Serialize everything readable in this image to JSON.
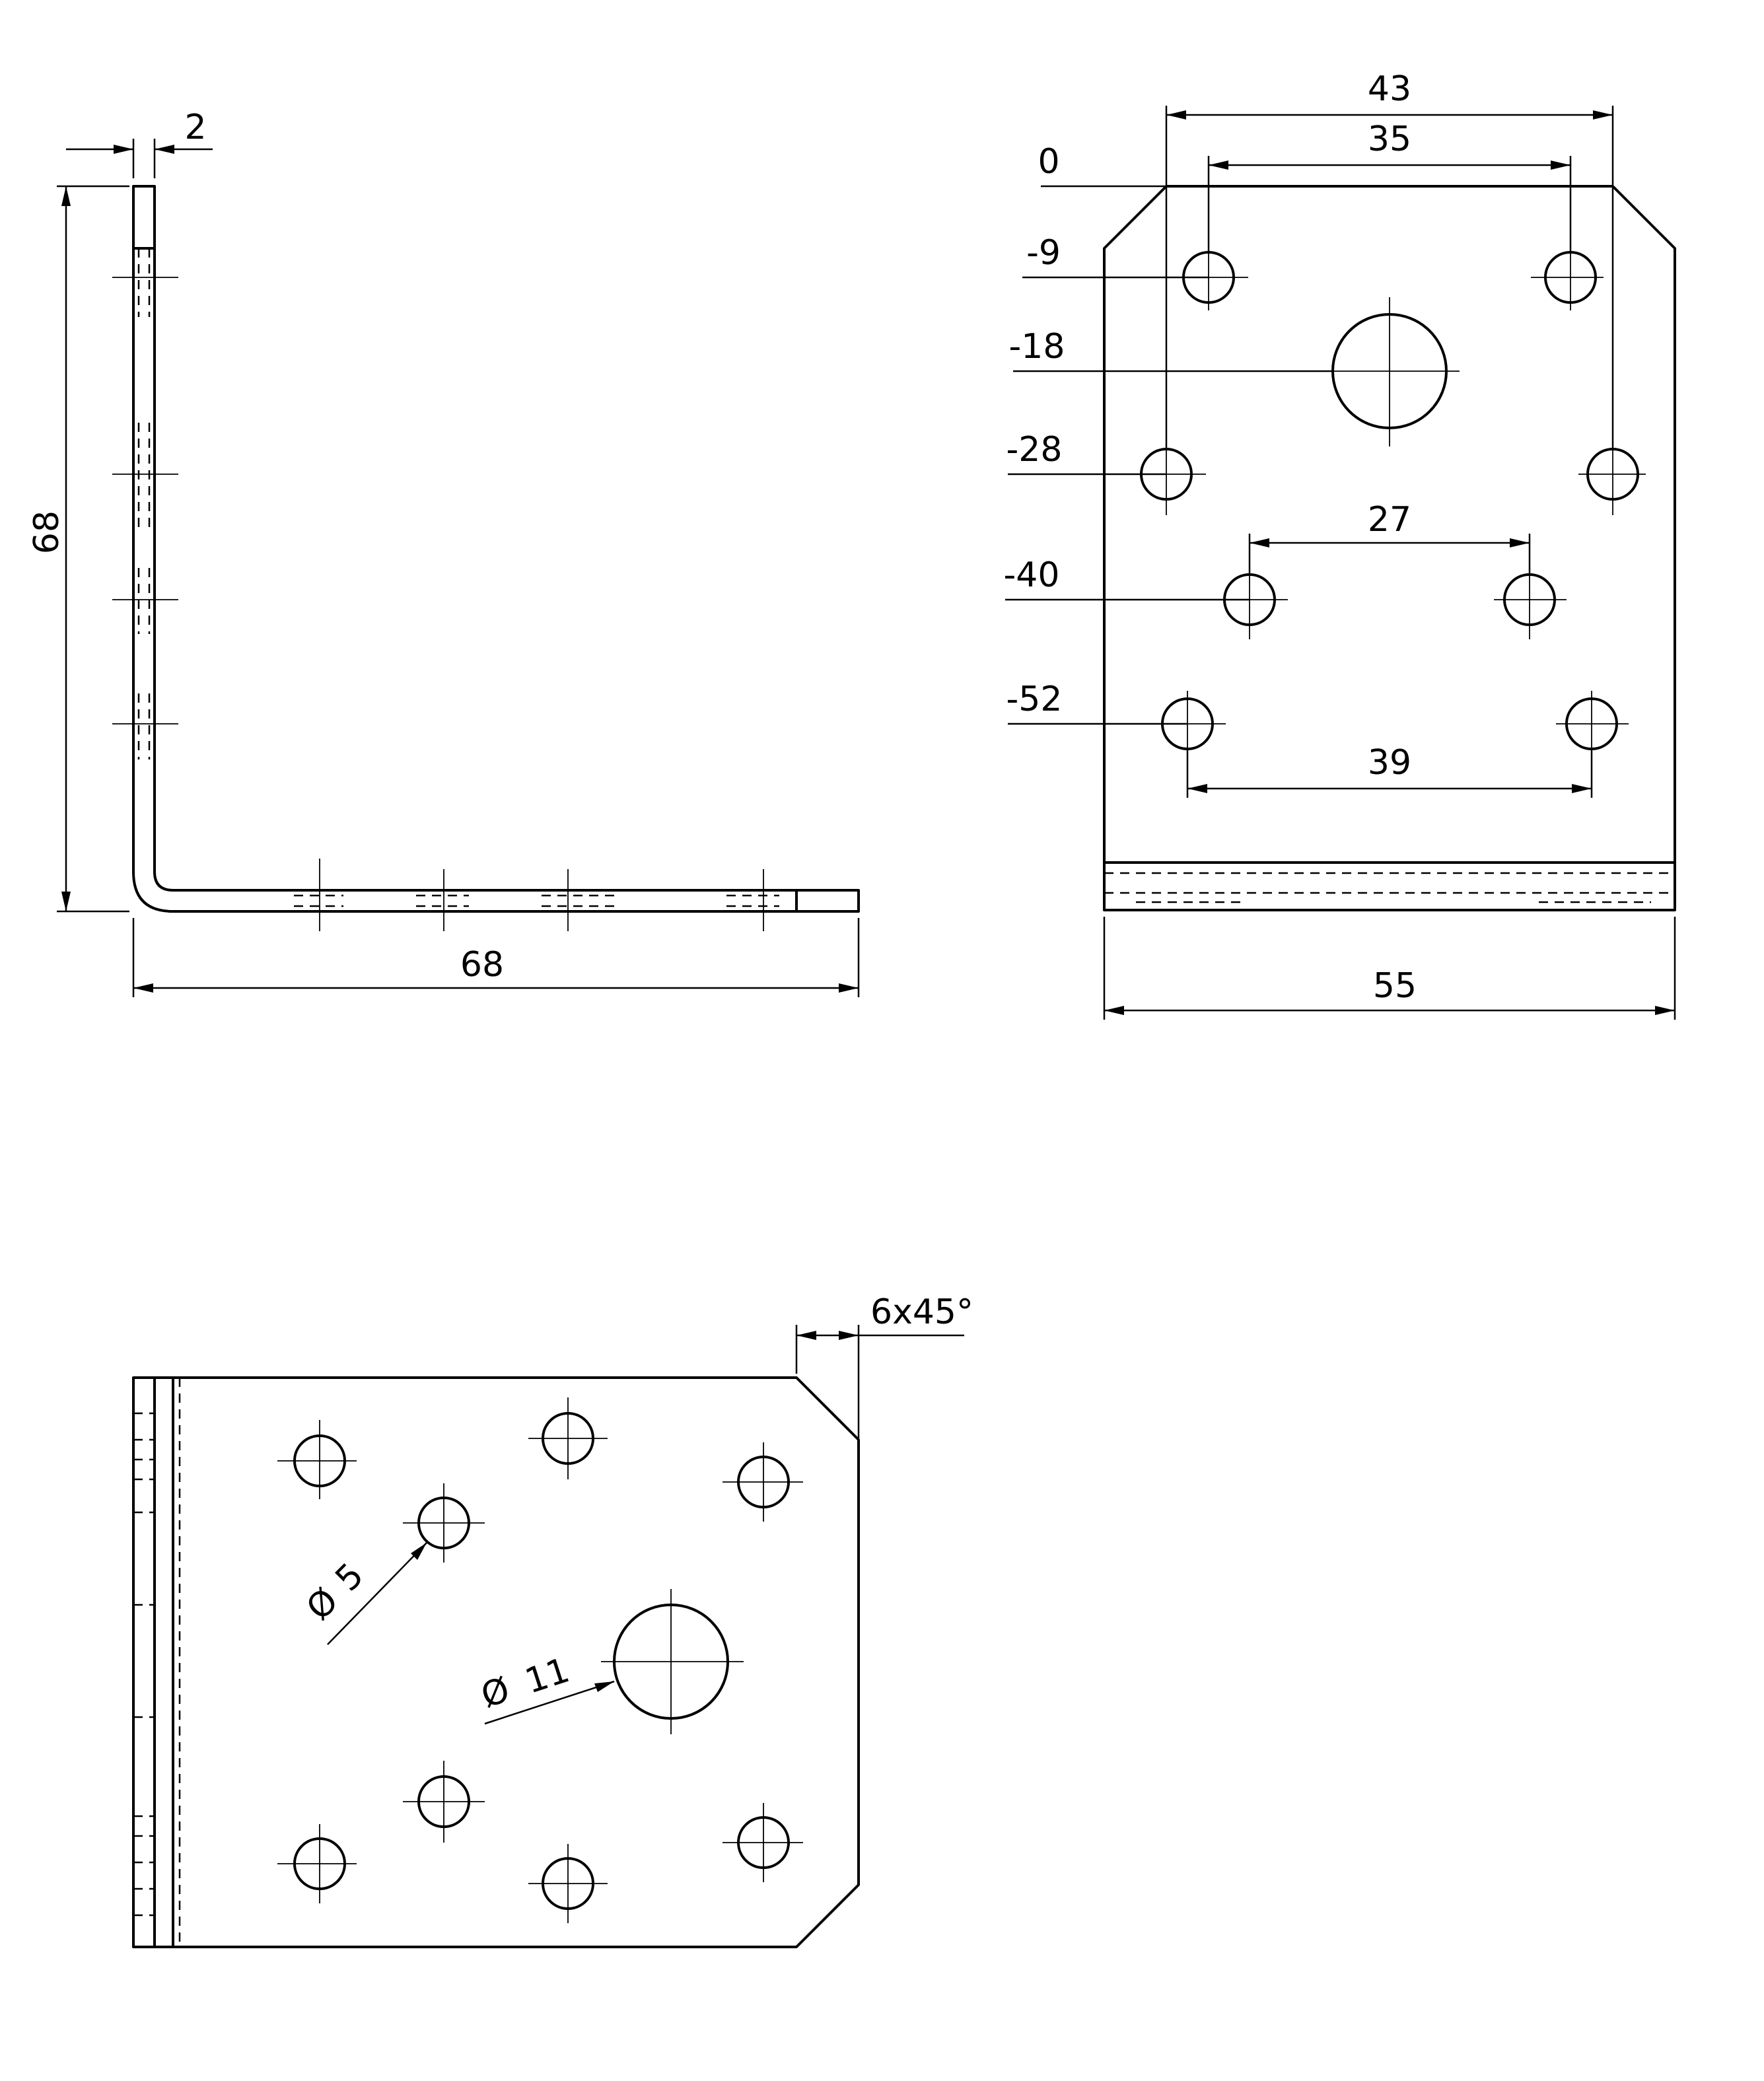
{
  "side_view": {
    "thickness": "2",
    "height": "68",
    "width": "68"
  },
  "front_view": {
    "top_width": "43",
    "hole_spacing_top": "35",
    "level_0": "0",
    "level_9": "-9",
    "level_18": "-18",
    "level_28": "-28",
    "level_40": "-40",
    "level_52": "-52",
    "hole_spacing_middle": "27",
    "hole_spacing_bottom": "39",
    "bottom_width": "55"
  },
  "top_view": {
    "chamfer": "6x45°",
    "small_hole_dia": "5",
    "large_hole_dia": "11",
    "diameter_symbol": "Ø"
  }
}
